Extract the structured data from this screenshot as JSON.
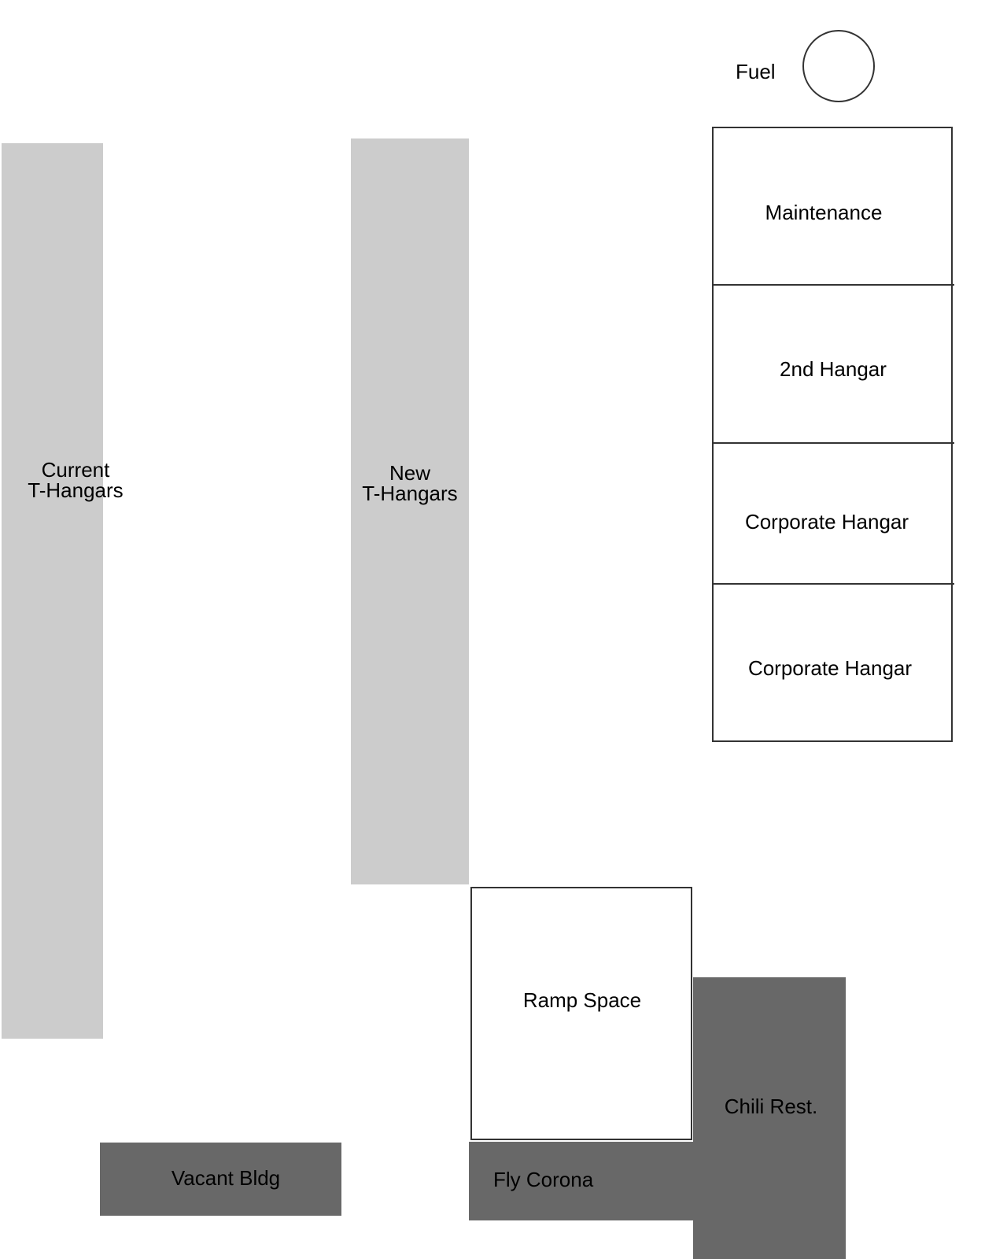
{
  "map": {
    "fuel_label": "Fuel",
    "current_t_hangars": {
      "line1": "Current",
      "line2": "T-Hangars"
    },
    "new_t_hangars": {
      "line1": "New",
      "line2": "T-Hangars"
    },
    "maintenance": "Maintenance",
    "second_hangar": "2nd Hangar",
    "corporate_hangar_1": "Corporate Hangar",
    "corporate_hangar_2": "Corporate Hangar",
    "ramp_space": "Ramp Space",
    "chili_rest": "Chili Rest.",
    "fly_corona": "Fly Corona",
    "vacant_bldg": "Vacant Bldg"
  },
  "colors": {
    "light_building": "#cccccc",
    "dark_building": "#686868",
    "outline": "#333333",
    "background": "#ffffff"
  }
}
